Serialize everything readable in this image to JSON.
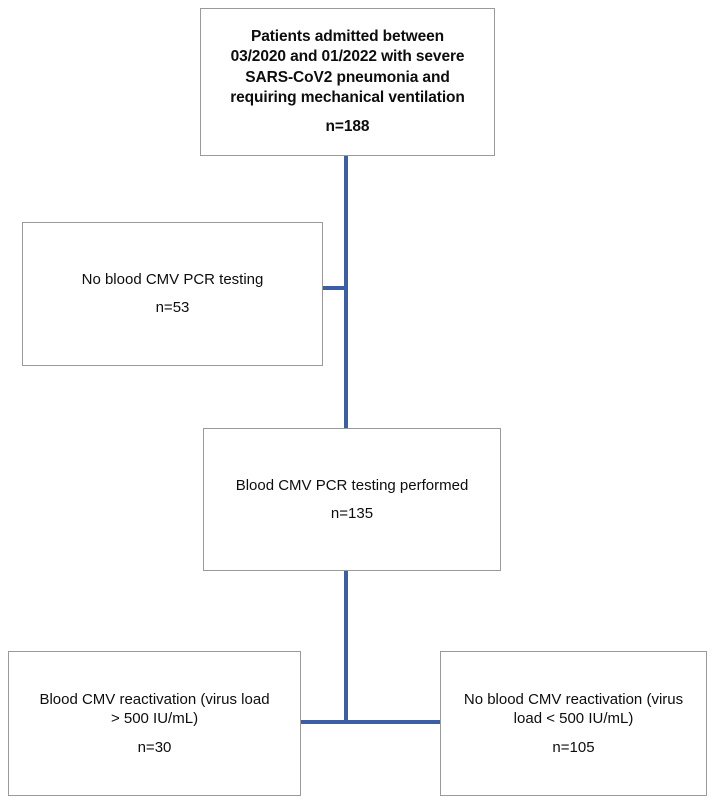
{
  "chart_data": {
    "type": "diagram",
    "title": "",
    "nodes": [
      {
        "id": "root",
        "lines": [
          "Patients admitted between",
          "03/2020 and 01/2022 with severe",
          "SARS-CoV2 pneumonia and",
          "requiring mechanical ventilation"
        ],
        "count": "n=188",
        "value": 188
      },
      {
        "id": "excluded",
        "lines": [
          "No blood CMV PCR testing"
        ],
        "count": "n=53",
        "value": 53
      },
      {
        "id": "tested",
        "lines": [
          "Blood CMV PCR testing performed"
        ],
        "count": "n=135",
        "value": 135
      },
      {
        "id": "reactivation",
        "lines": [
          "Blood CMV reactivation (virus load",
          "> 500 IU/mL)"
        ],
        "count": "n=30",
        "value": 30
      },
      {
        "id": "no_reactivation",
        "lines": [
          "No blood CMV reactivation (virus",
          "load < 500 IU/mL)"
        ],
        "count": "n=105",
        "value": 105
      }
    ],
    "edges": [
      {
        "from": "root",
        "to": "tested"
      },
      {
        "from": "root",
        "to": "excluded"
      },
      {
        "from": "tested",
        "to": "reactivation"
      },
      {
        "from": "tested",
        "to": "no_reactivation"
      }
    ]
  },
  "flowchart": {
    "root": {
      "line1": "Patients admitted between",
      "line2": "03/2020 and 01/2022 with severe",
      "line3": "SARS-CoV2 pneumonia and",
      "line4": "requiring mechanical ventilation",
      "count": "n=188"
    },
    "excluded": {
      "line1": "No blood CMV PCR testing",
      "count": "n=53"
    },
    "tested": {
      "line1": "Blood CMV PCR testing performed",
      "count": "n=135"
    },
    "reactivation": {
      "line1": "Blood CMV reactivation (virus load",
      "line2": "> 500 IU/mL)",
      "count": "n=30"
    },
    "no_reactivation": {
      "line1": "No blood CMV reactivation (virus",
      "line2": "load < 500 IU/mL)",
      "count": "n=105"
    }
  },
  "colors": {
    "connector": "#3b5ea5",
    "box_border": "#9a9a9a",
    "text": "#0d0d0d",
    "background": "#ffffff"
  }
}
